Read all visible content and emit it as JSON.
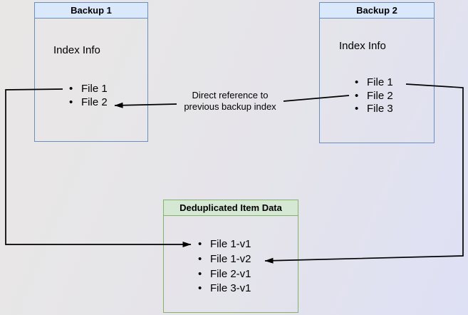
{
  "diagram": {
    "boxes": {
      "backup1": {
        "title": "Backup 1",
        "subtitle": "Index Info",
        "files": [
          "File 1",
          "File 2"
        ]
      },
      "backup2": {
        "title": "Backup 2",
        "subtitle": "Index Info",
        "files": [
          "File 1",
          "File 2",
          "File 3"
        ]
      },
      "dedup": {
        "title": "Deduplicated Item Data",
        "files": [
          "File 1-v1",
          "File 1-v2",
          "File 2-v1",
          "File 3-v1"
        ]
      }
    },
    "edge_label": {
      "line1": "Direct reference to",
      "line2": "previous backup index"
    },
    "colors": {
      "background_start": "#e9e7e5",
      "background_end": "#dee0f5",
      "blue_header_fill": "#dae8fc",
      "blue_border": "#6c8ebf",
      "green_header_fill": "#d5e8d4",
      "green_border": "#82b366",
      "connector": "#000000"
    }
  }
}
